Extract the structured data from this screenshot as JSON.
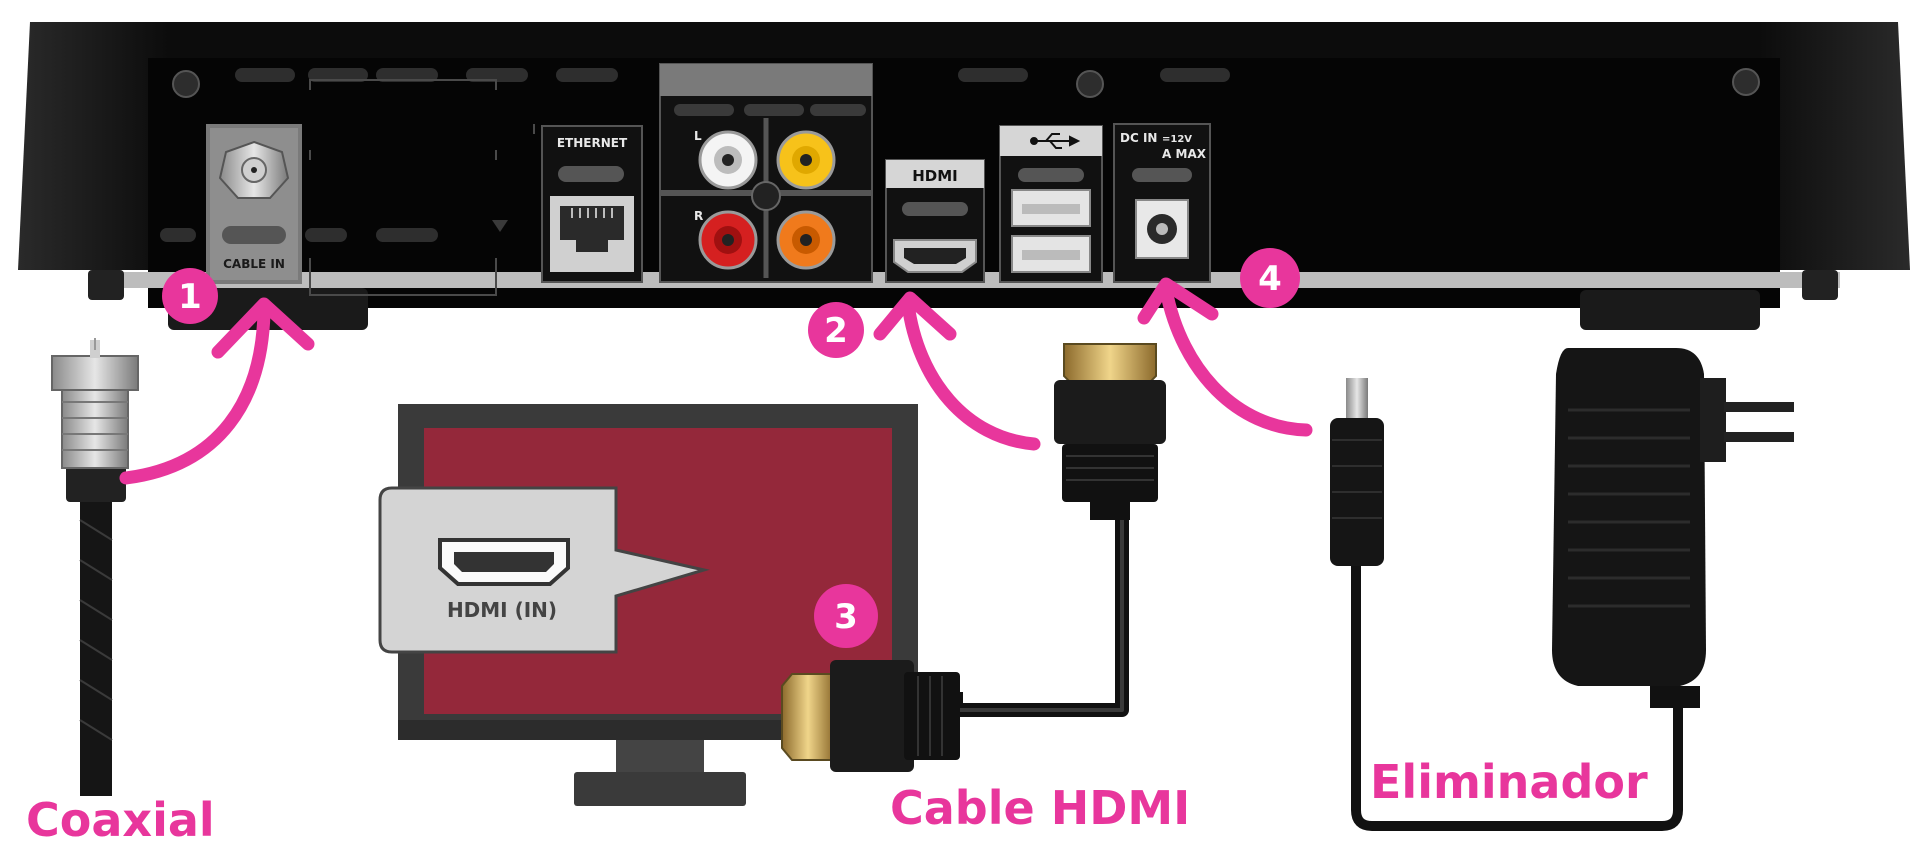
{
  "device": {
    "ports": {
      "cable_in": "CABLE IN",
      "ethernet": "ETHERNET",
      "hdmi": "HDMI",
      "dc_in": "DC IN",
      "dc_rating": "=12V",
      "dc_amp": "A MAX",
      "audio_left": "L",
      "audio_right": "R"
    }
  },
  "steps": [
    "1",
    "2",
    "3",
    "4"
  ],
  "tv": {
    "port_label": "HDMI (IN)"
  },
  "captions": {
    "coaxial": "Coaxial",
    "hdmi_cable": "Cable HDMI",
    "power_adapter": "Eliminador"
  },
  "colors": {
    "accent": "#e8369c",
    "device_body": "#111111",
    "tv_screen": "#94283a",
    "tv_bezel": "#3a3a3a"
  }
}
